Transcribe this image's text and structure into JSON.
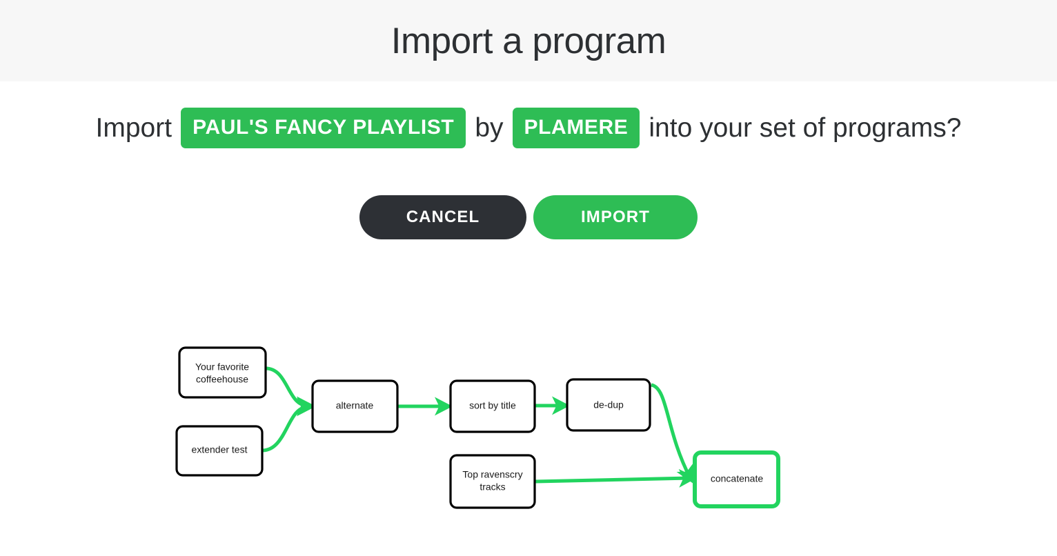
{
  "header": {
    "title": "Import a program"
  },
  "prompt": {
    "lead": "Import",
    "program_name": "PAUL'S FANCY PLAYLIST",
    "by": "by",
    "author": "PLAMERE",
    "tail": "into your set of programs?"
  },
  "actions": {
    "cancel_label": "CANCEL",
    "import_label": "IMPORT"
  },
  "colors": {
    "brand_green": "#2ebd55",
    "edge_green": "#22d45f",
    "dark": "#2d3035",
    "header_bg": "#f7f7f7",
    "text": "#2d3033"
  },
  "flow": {
    "nodes": [
      {
        "id": "coffeehouse",
        "label": "Your favorite coffeehouse",
        "lines": [
          "Your favorite",
          "coffeehouse"
        ],
        "selected": false
      },
      {
        "id": "extender",
        "label": "extender test",
        "lines": [
          "extender test"
        ],
        "selected": false
      },
      {
        "id": "alternate",
        "label": "alternate",
        "lines": [
          "alternate"
        ],
        "selected": false
      },
      {
        "id": "sort",
        "label": "sort by title",
        "lines": [
          "sort by title"
        ],
        "selected": false
      },
      {
        "id": "dedup",
        "label": "de-dup",
        "lines": [
          "de-dup"
        ],
        "selected": false
      },
      {
        "id": "ravenscry",
        "label": "Top ravenscry tracks",
        "lines": [
          "Top ravenscry",
          "tracks"
        ],
        "selected": false
      },
      {
        "id": "concatenate",
        "label": "concatenate",
        "lines": [
          "concatenate"
        ],
        "selected": true
      }
    ],
    "edges": [
      {
        "from": "coffeehouse",
        "to": "alternate"
      },
      {
        "from": "extender",
        "to": "alternate"
      },
      {
        "from": "alternate",
        "to": "sort"
      },
      {
        "from": "sort",
        "to": "dedup"
      },
      {
        "from": "dedup",
        "to": "concatenate"
      },
      {
        "from": "ravenscry",
        "to": "concatenate"
      }
    ]
  }
}
